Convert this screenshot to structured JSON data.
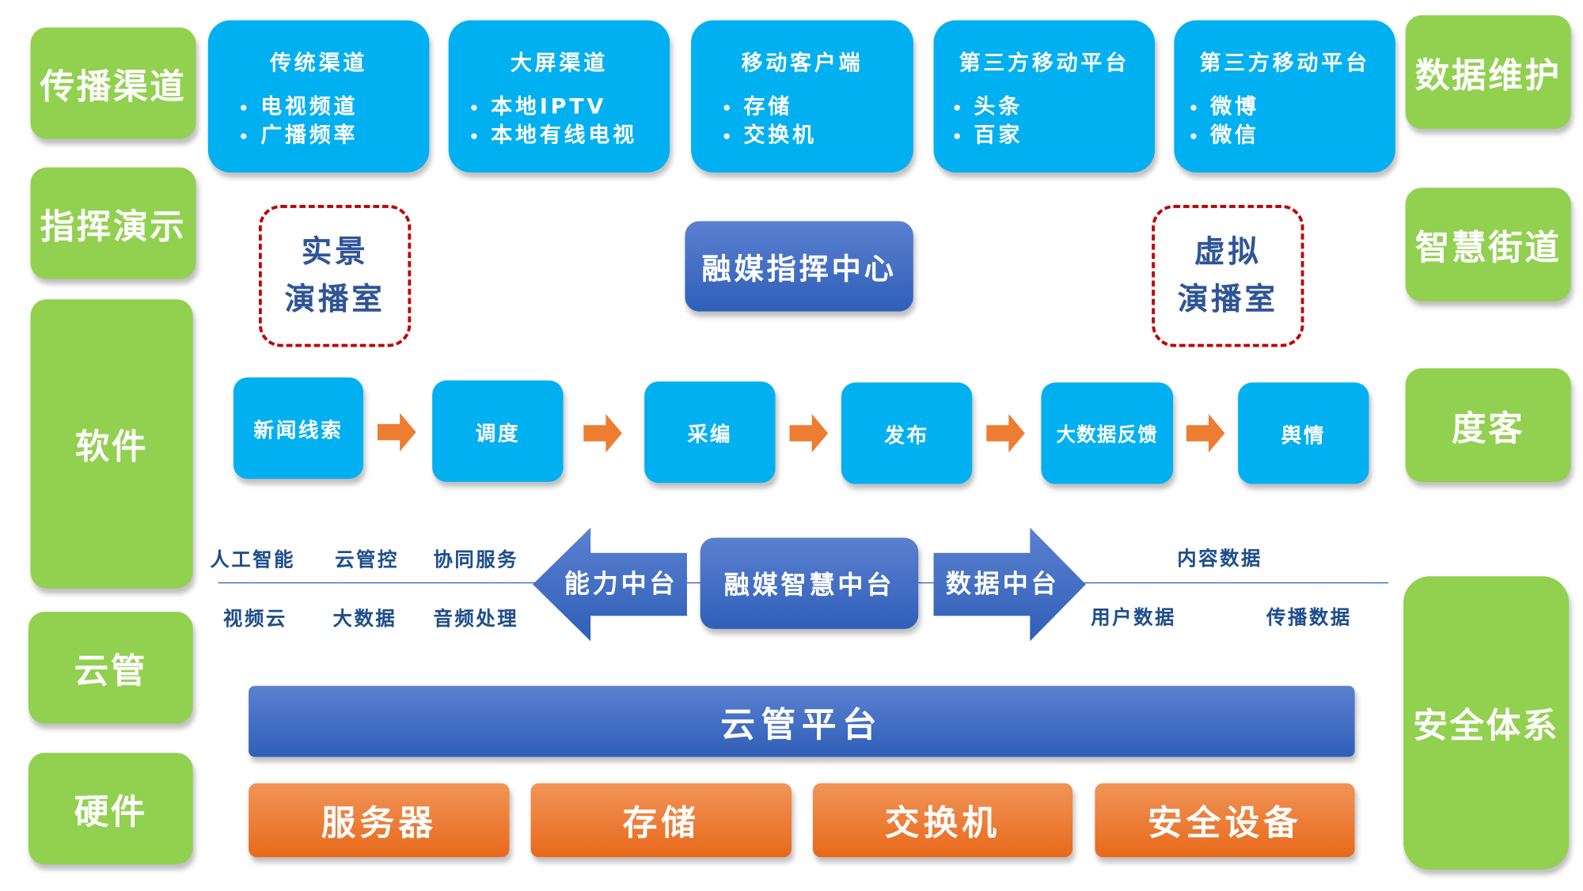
{
  "left_column": [
    "传播渠道",
    "指挥演示",
    "软件",
    "云管",
    "硬件"
  ],
  "right_column": [
    "数据维护",
    "智慧街道",
    "度客",
    "安全体系"
  ],
  "channels": [
    {
      "title": "传统渠道",
      "items": [
        "电视频道",
        "广播频率"
      ]
    },
    {
      "title": "大屏渠道",
      "items": [
        "本地IPTV",
        "本地有线电视"
      ]
    },
    {
      "title": "移动客户端",
      "items": [
        "存储",
        "交换机"
      ]
    },
    {
      "title": "第三方移动平台",
      "items": [
        "头条",
        "百家"
      ]
    },
    {
      "title": "第三方移动平台",
      "items": [
        "微博",
        "微信"
      ]
    }
  ],
  "studios": {
    "real": [
      "实景",
      "演播室"
    ],
    "virtual": [
      "虚拟",
      "演播室"
    ]
  },
  "command_center": "融媒指挥中心",
  "workflow": [
    "新闻线索",
    "调度",
    "采编",
    "发布",
    "大数据反馈",
    "舆情"
  ],
  "middle": {
    "capability_platform": "能力中台",
    "smart_platform": "融媒智慧中台",
    "data_platform": "数据中台",
    "capabilities_top": [
      "人工智能",
      "云管控",
      "协同服务"
    ],
    "capabilities_bottom": [
      "视频云",
      "大数据",
      "音频处理"
    ],
    "data_top": [
      "内容数据"
    ],
    "data_bottom": [
      "用户数据",
      "传播数据"
    ]
  },
  "cloud_platform": "云管平台",
  "hardware": [
    "服务器",
    "存储",
    "交换机",
    "安全设备"
  ],
  "colors": {
    "green": "#92d050",
    "cyan": "#00b0f0",
    "blue": "#3f6cc4",
    "orange": "#ed7d31",
    "dashed_red": "#c00000",
    "label_blue": "#1f4e8c"
  }
}
